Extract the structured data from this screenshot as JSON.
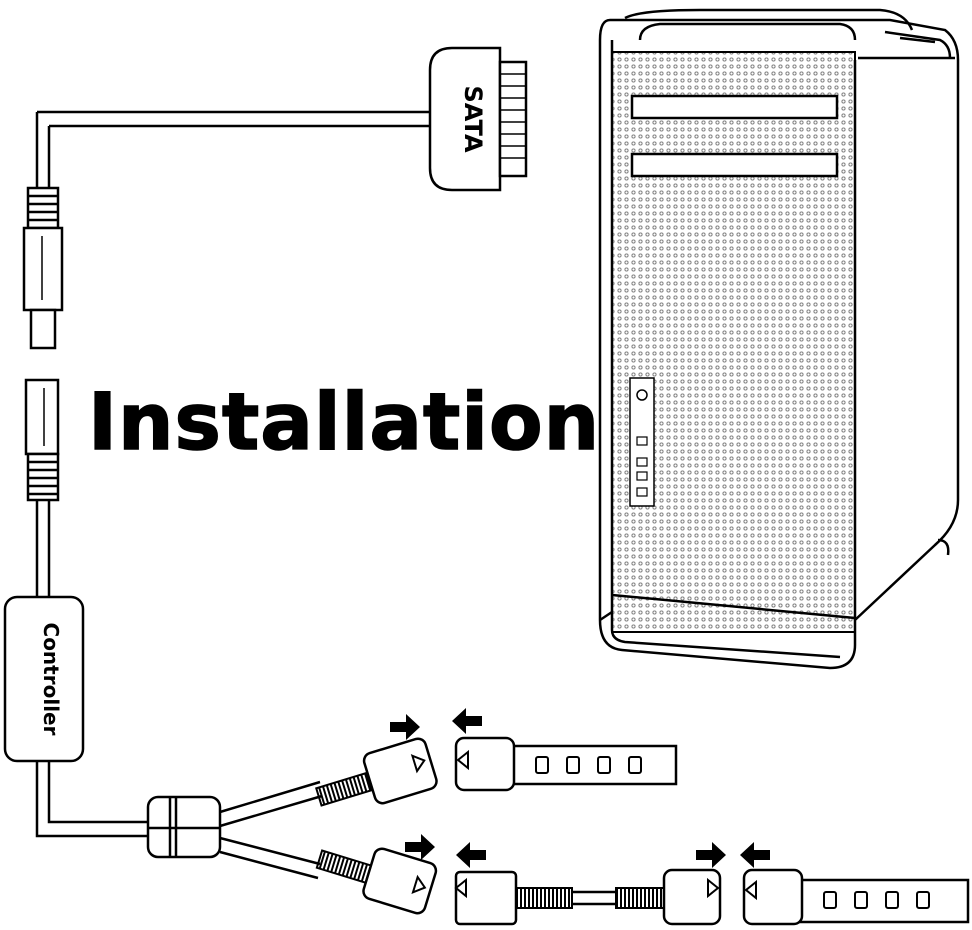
{
  "diagram": {
    "title": "Installation",
    "labels": {
      "sata": "SATA",
      "controller": "Controller"
    },
    "colors": {
      "line": "#000000",
      "background": "#ffffff",
      "mesh": "#888888"
    },
    "icons": {
      "computer": "mac-pro-tower",
      "arrow": "direction-arrow",
      "strip": "led-strip"
    }
  }
}
